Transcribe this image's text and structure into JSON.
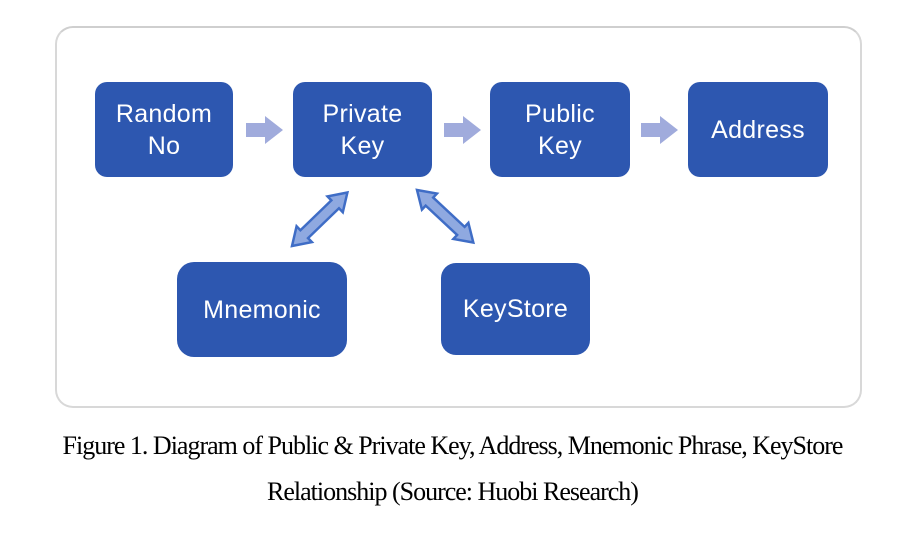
{
  "figure": {
    "caption_line1": "Figure 1. Diagram of Public & Private Key, Address, Mnemonic Phrase, KeyStore",
    "caption_line2": "Relationship (Source: Huobi Research)"
  },
  "diagram": {
    "nodes": {
      "random_no": {
        "lines": [
          "Random",
          "No"
        ]
      },
      "private_key": {
        "lines": [
          "Private",
          "Key"
        ]
      },
      "public_key": {
        "lines": [
          "Public",
          "Key"
        ]
      },
      "address": {
        "lines": [
          "Address"
        ]
      },
      "mnemonic": {
        "lines": [
          "Mnemonic"
        ]
      },
      "keystore": {
        "lines": [
          "KeyStore"
        ]
      }
    }
  },
  "colors": {
    "node_fill": "#2d57b0",
    "node_text": "#ffffff",
    "flow_arrow_fill": "#a0abdc",
    "link_arrow_fill": "#8fa9e0",
    "link_arrow_stroke": "#3f6dc6",
    "frame_border": "#d8d8d8",
    "caption_text": "#000000"
  }
}
